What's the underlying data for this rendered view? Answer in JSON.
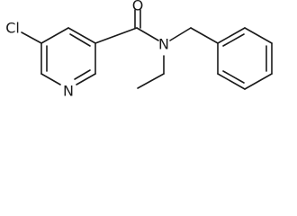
{
  "structure": {
    "atom_labels": {
      "chlorine": "Cl",
      "ring_nitrogen": "N",
      "oxygen": "O",
      "amide_nitrogen": "N"
    }
  }
}
